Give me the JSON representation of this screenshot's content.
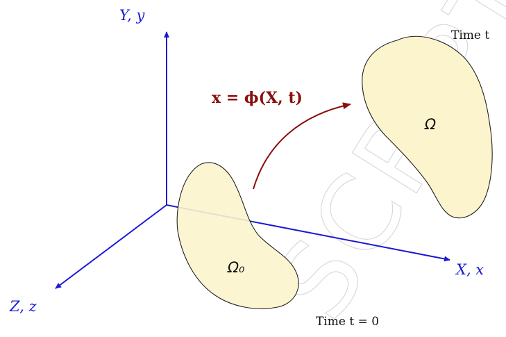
{
  "axes": {
    "y_label": "Y, y",
    "x_label": "X, x",
    "z_label": "Z, z"
  },
  "regions": {
    "reference": {
      "label": "Ω₀",
      "time_label": "Time t = 0"
    },
    "current": {
      "label": "Ω",
      "time_label": "Time t"
    }
  },
  "mapping": {
    "label": "x = ϕ(X, t)"
  },
  "watermark": {
    "text": "SCRIPT"
  },
  "colors": {
    "axes": "#1a1ad6",
    "region_fill": "#fcf4cc",
    "region_stroke": "#222222",
    "mapping_arrow": "#8b0e0e",
    "watermark": "#d9d9d9"
  }
}
